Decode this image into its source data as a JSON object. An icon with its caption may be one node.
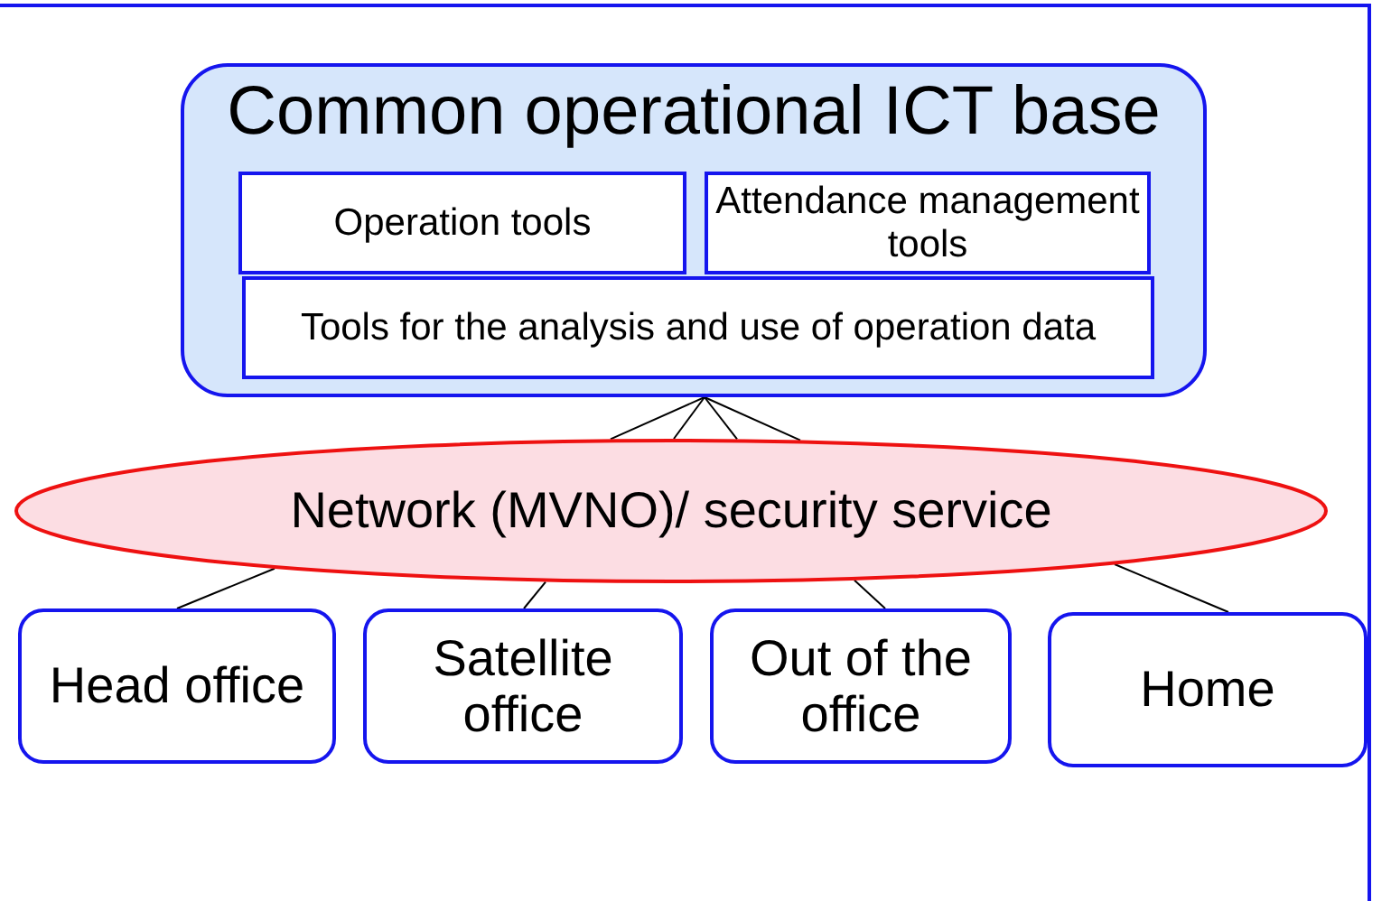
{
  "diagram": {
    "nodes": [
      {
        "text": [
          "Common operational ICT base"
        ]
      },
      {
        "text": [
          "Operation tools"
        ],
        "in": 0
      },
      {
        "text": [
          "Attendance management tools"
        ],
        "in": 0
      },
      {
        "text": [
          "Tools for the analysis and use of operation data"
        ],
        "in": 0
      },
      {
        "text": [
          "Network (MVNO)/ security service"
        ]
      },
      {
        "text": [
          "Head office"
        ]
      },
      {
        "text": [
          "Satellite office"
        ]
      },
      {
        "text": [
          "Out of the office"
        ]
      },
      {
        "text": [
          "Home"
        ]
      }
    ],
    "edges": [
      {
        "from": 0,
        "to": 4,
        "arrow": "none"
      },
      {
        "from": 0,
        "to": 4,
        "arrow": "none"
      },
      {
        "from": 0,
        "to": 4,
        "arrow": "none"
      },
      {
        "from": 0,
        "to": 4,
        "arrow": "none"
      },
      {
        "from": 4,
        "to": 5,
        "arrow": "none"
      },
      {
        "from": 4,
        "to": 6,
        "arrow": "none"
      },
      {
        "from": 4,
        "to": 7,
        "arrow": "none"
      },
      {
        "from": 4,
        "to": 8,
        "arrow": "none"
      }
    ]
  }
}
